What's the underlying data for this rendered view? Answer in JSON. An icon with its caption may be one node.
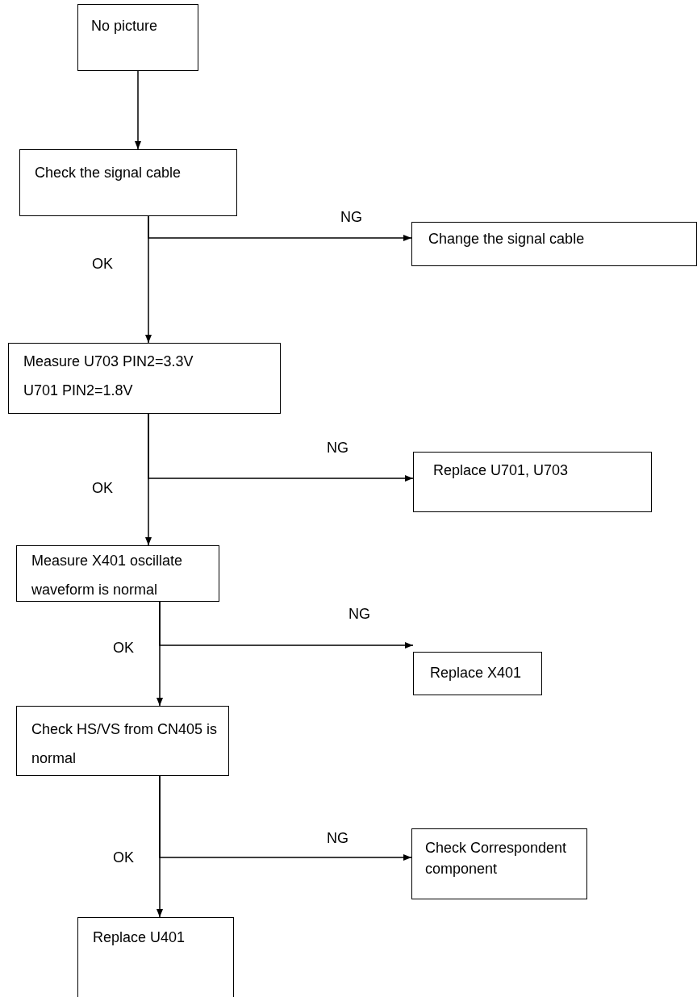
{
  "diagram": {
    "nodes": [
      {
        "text": [
          "No picture"
        ]
      },
      {
        "text": [
          "Check the signal cable"
        ]
      },
      {
        "text": [
          "Change the signal cable"
        ]
      },
      {
        "text": [
          "Measure U703 PIN2=3.3V U701 PIN2=1.8V"
        ]
      },
      {
        "text": [
          "Replace U701, U703"
        ]
      },
      {
        "text": [
          "Measure X401 oscillate waveform is normal"
        ]
      },
      {
        "text": [
          "Replace X401"
        ]
      },
      {
        "text": [
          "Check HS/VS from CN405 is normal"
        ]
      },
      {
        "text": [
          "Check Correspondent component"
        ]
      },
      {
        "text": [
          "Replace U401"
        ]
      }
    ],
    "edges": [
      {
        "from": 0,
        "to": 1,
        "arrow": "to"
      },
      {
        "from": 1,
        "to": 3,
        "arrow": "to",
        "label": "OK"
      },
      {
        "from": 1,
        "to": 2,
        "arrow": "to",
        "label": "NG"
      },
      {
        "from": 3,
        "to": 5,
        "arrow": "to",
        "label": "OK"
      },
      {
        "from": 3,
        "to": 4,
        "arrow": "to",
        "label": "NG"
      },
      {
        "from": 5,
        "to": 7,
        "arrow": "to",
        "label": "OK"
      },
      {
        "from": 5,
        "to": 6,
        "arrow": "to",
        "label": "NG"
      },
      {
        "from": 7,
        "to": 9,
        "arrow": "to",
        "label": "OK"
      },
      {
        "from": 7,
        "to": 8,
        "arrow": "to",
        "label": "NG"
      }
    ]
  }
}
